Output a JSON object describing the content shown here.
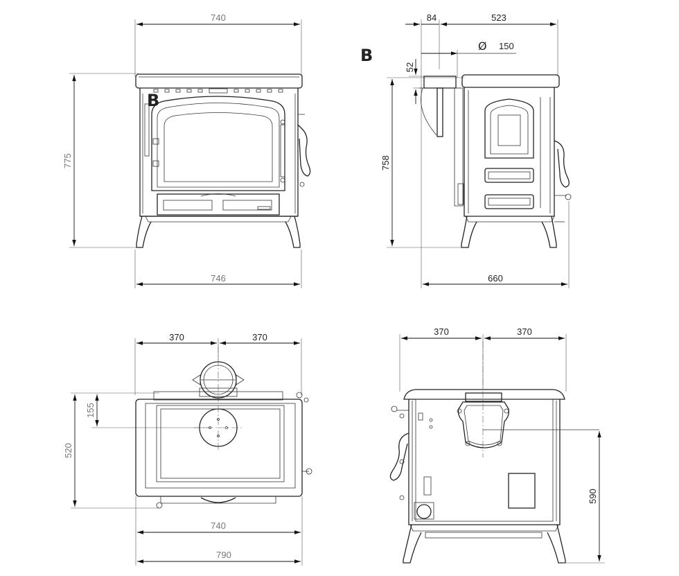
{
  "front_view": {
    "label": "B",
    "dims": {
      "top_width": "740",
      "height": "775",
      "base_width": "746"
    }
  },
  "side_view": {
    "label": "B",
    "dims": {
      "offset": "84",
      "depth": "523",
      "flue_dia_symbol": "Ø",
      "flue_dia": "150",
      "collar": "52",
      "height": "758",
      "overall_depth": "660"
    }
  },
  "top_view": {
    "dims": {
      "left_half": "370",
      "right_half": "370",
      "flue_offset": "155",
      "depth": "520",
      "body_width": "740",
      "overall_width": "790"
    }
  },
  "rear_view": {
    "dims": {
      "left_half": "370",
      "right_half": "370",
      "flue_height": "590"
    }
  }
}
